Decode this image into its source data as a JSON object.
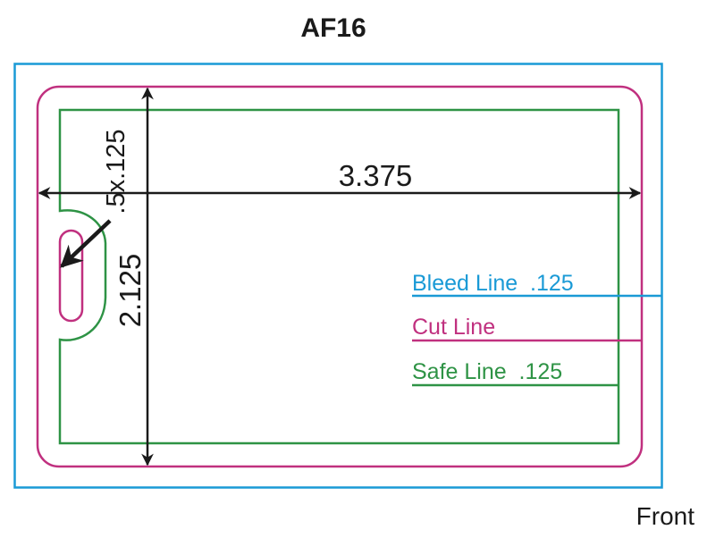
{
  "title": "AF16",
  "width_label": "3.375",
  "height_label": "2.125",
  "slot_label": ".5x.125",
  "side_label": "Front",
  "legend": {
    "bleed": "Bleed Line  .125",
    "cut": "Cut Line",
    "safe": "Safe Line  .125"
  },
  "colors": {
    "bleed": "#1a9ad6",
    "cut": "#c0307f",
    "safe": "#2e9345",
    "ink": "#1a1a1a"
  }
}
